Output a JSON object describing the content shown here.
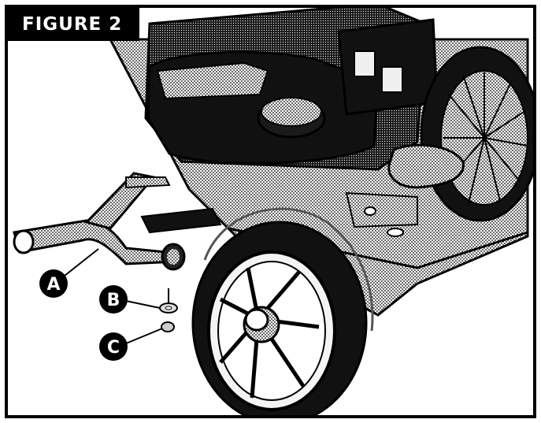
{
  "figure": {
    "label": "FIGURE 2"
  },
  "callouts": [
    {
      "id": "A",
      "label": "A"
    },
    {
      "id": "B",
      "label": "B"
    },
    {
      "id": "C",
      "label": "C"
    }
  ],
  "colors": {
    "ink": "#000000",
    "paper": "#ffffff",
    "shade": "#9a9a9a"
  }
}
